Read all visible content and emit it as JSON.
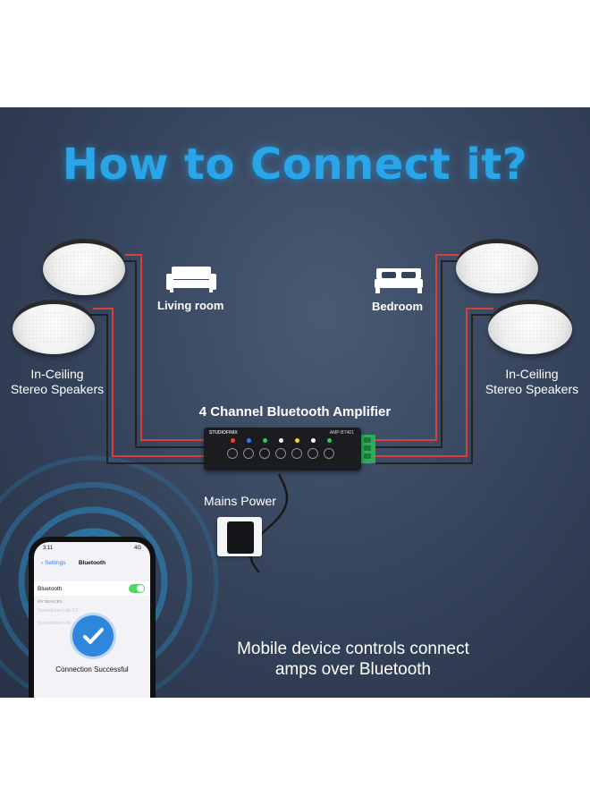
{
  "title": "How to Connect it?",
  "rooms": {
    "living": "Living room",
    "bedroom": "Bedroom"
  },
  "speakers": {
    "left_line1": "In-Ceiling",
    "left_line2": "Stereo Speakers",
    "right_line1": "In-Ceiling",
    "right_line2": "Stereo Speakers"
  },
  "amplifier": {
    "title": "4 Channel Bluetooth Amplifier",
    "brand": "STUDIOFINIX",
    "model": "AMP-BT401"
  },
  "power": {
    "label": "Mains Power"
  },
  "bluetooth": {
    "line1": "Mobile device controls connect",
    "line2": "amps over Bluetooth"
  },
  "phone": {
    "time": "3:11",
    "signal": "4G",
    "back_label": "Settings",
    "screen_title": "Bluetooth",
    "bluetooth_label": "Bluetooth",
    "bluetooth_on": true,
    "section": "MY DEVICES",
    "device1": "Soundcore Life P2",
    "device2": "Soundcore Life",
    "connection_text": "Connection Successful"
  },
  "colors": {
    "title": "#2aa6e8",
    "wire": "#d8403a",
    "panel": "#34425a",
    "toggle": "#4cd964",
    "check": "#2f86dd",
    "terminal": "#2fae5a"
  },
  "icons": [
    "sofa-icon",
    "bed-icon",
    "check-icon",
    "wifi-signal-icon"
  ]
}
